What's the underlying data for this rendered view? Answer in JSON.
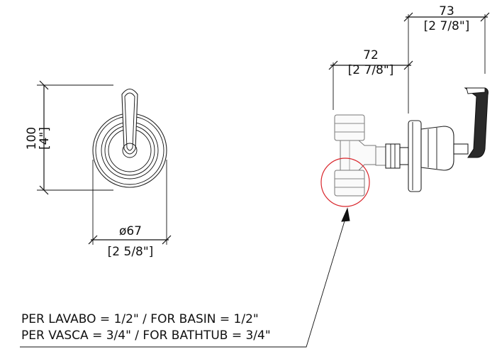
{
  "dimensions": {
    "height_mm": "100",
    "height_in": "[4\"]",
    "diameter_mm": "ø67",
    "diameter_in": "[2 5/8\"]",
    "depth_body_mm": "72",
    "depth_body_in": "[2 7/8\"]",
    "depth_total_mm": "73",
    "depth_total_in": "[2 7/8\"]"
  },
  "note": {
    "line1": "PER LAVABO = 1/2\" / FOR BASIN = 1/2\"",
    "line2": "PER VASCA = 3/4\" / FOR BATHTUB = 3/4\""
  },
  "colors": {
    "line": "#111111",
    "highlight_circle": "#d9262c",
    "fitting": "#777777"
  }
}
